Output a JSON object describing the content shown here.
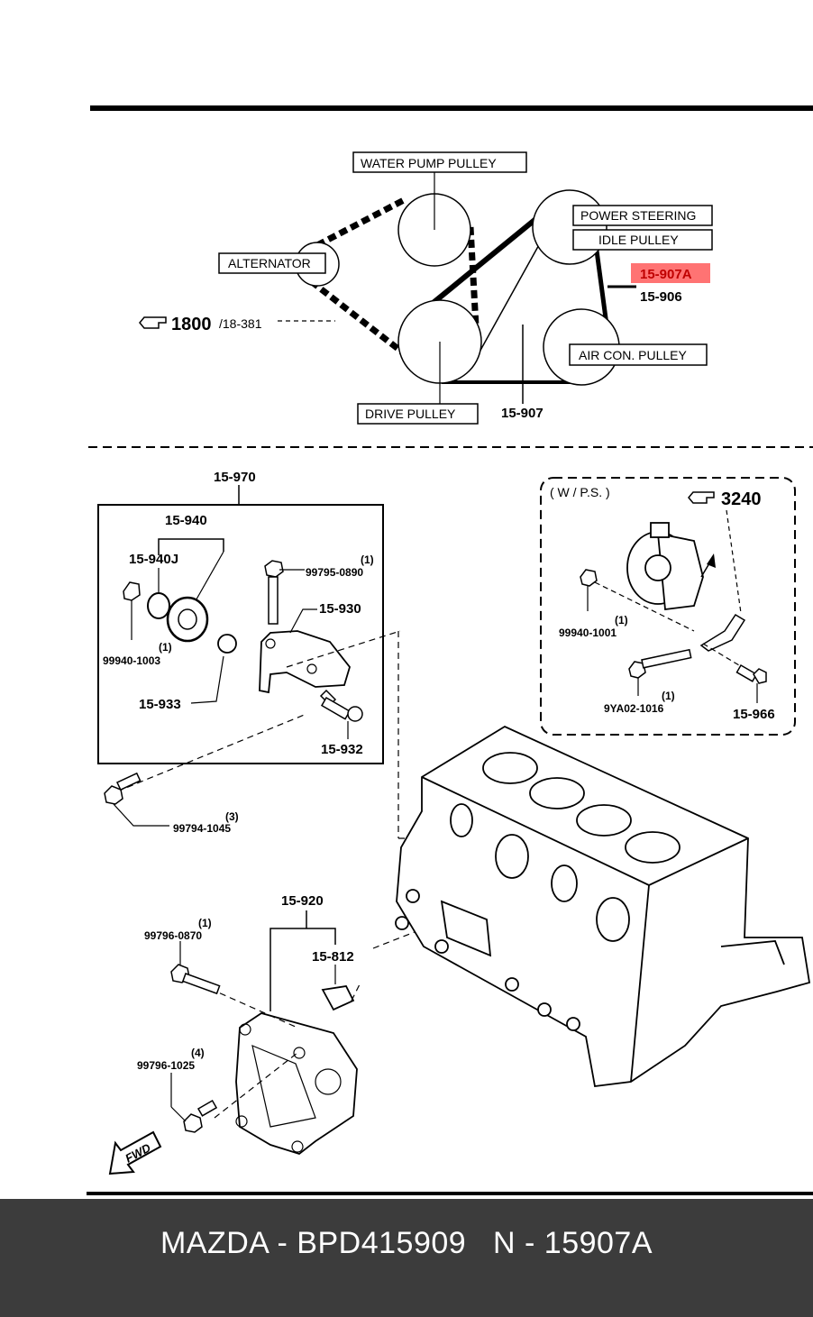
{
  "labels": {
    "water_pump_pulley": "WATER  PUMP  PULLEY",
    "alternator": "ALTERNATOR",
    "power_steering": "POWER  STEERING",
    "idle_pulley": "IDLE  PULLEY",
    "air_con_pulley": "AIR  CON. PULLEY",
    "drive_pulley": "DRIVE  PULLEY",
    "highlighted_part": "15-907A",
    "belt_15906": "15-906",
    "belt_15907": "15-907",
    "ref_1800": "1800",
    "ref_1800_sub": "/18-381",
    "ref_3240": "3240",
    "wps": "( W / P.S. )",
    "p15970": "15-970",
    "p15940": "15-940",
    "p15940j": "15-940J",
    "p99795": "99795-0890",
    "q99795": "(1)",
    "p15930": "15-930",
    "p99940_1003": "99940-1003",
    "q99940_1003": "(1)",
    "p15933": "15-933",
    "p15932": "15-932",
    "p99794": "99794-1045",
    "q99794": "(3)",
    "p99940_1001": "99940-1001",
    "q99940_1001": "(1)",
    "p9ya02": "9YA02-1016",
    "q9ya02": "(1)",
    "p15966": "15-966",
    "p15920": "15-920",
    "p15812": "15-812",
    "p99796_0870": "99796-0870",
    "q99796_0870": "(1)",
    "p99796_1025": "99796-1025",
    "q99796_1025": "(4)",
    "fwd": "FWD"
  },
  "footer": {
    "text": "MAZDA - BPD415909   N - 15907A"
  },
  "colors": {
    "highlight": "#ff0000",
    "footer_bg": "#3c3c3c"
  }
}
